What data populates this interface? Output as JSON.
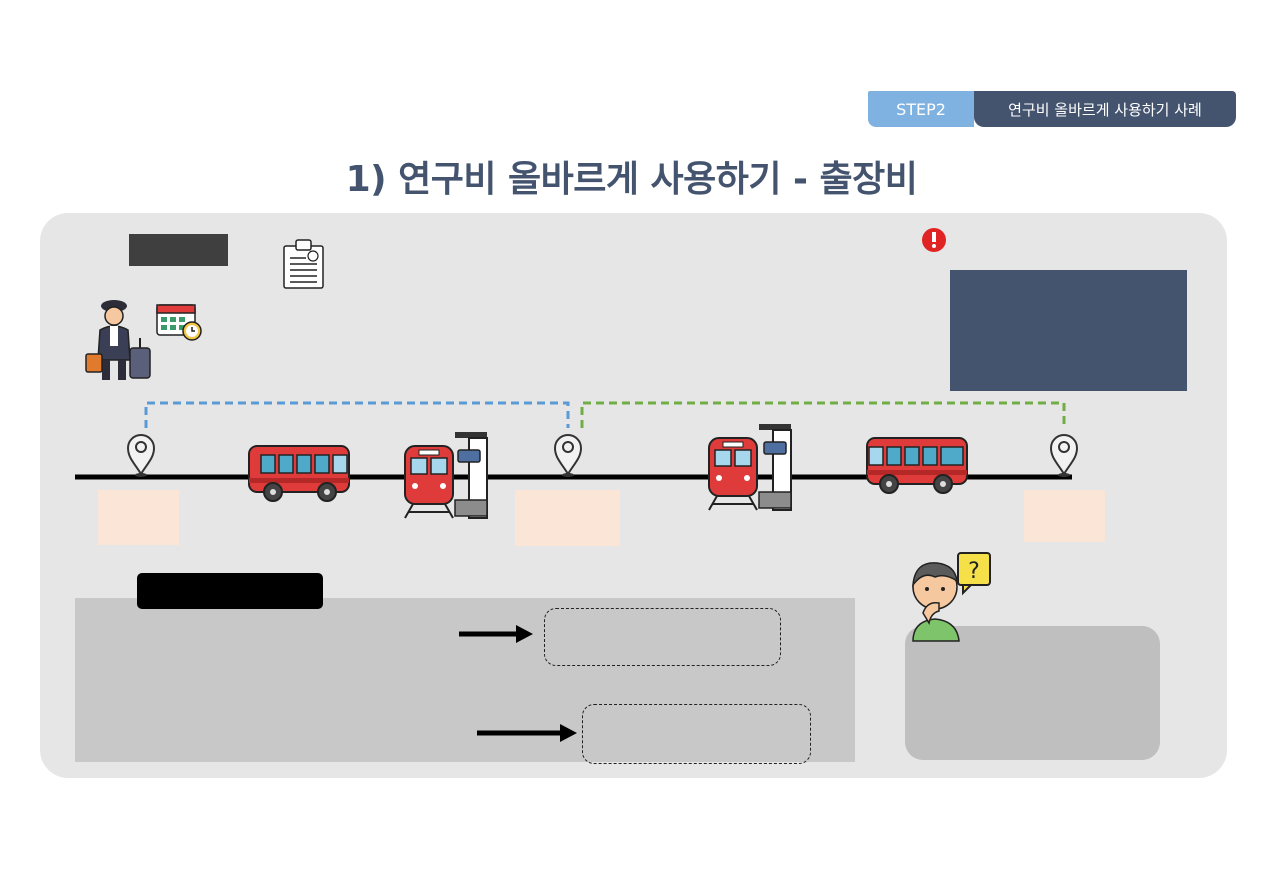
{
  "header": {
    "step_label": "STEP2",
    "step_title": "연구비 올바르게 사용하기 사례"
  },
  "title": "1) 연구비 올바르게 사용하기 - 출장비",
  "icons": {
    "traveler": "traveler-icon",
    "calendar": "calendar-clock-icon",
    "document": "clipboard-document-icon",
    "alert": "exclamation-alert-icon",
    "pin": "location-pin-icon",
    "bus": "bus-icon",
    "train": "train-station-icon",
    "thinking_person": "thinking-person-icon"
  },
  "colors": {
    "navy": "#44546f",
    "step_blue": "#7fb2e0",
    "route_blue": "#5b9bd5",
    "route_green": "#70ad47",
    "peach": "#fbe5d6",
    "panel_gray": "#e6e6e6",
    "alert_red": "#e02424"
  }
}
